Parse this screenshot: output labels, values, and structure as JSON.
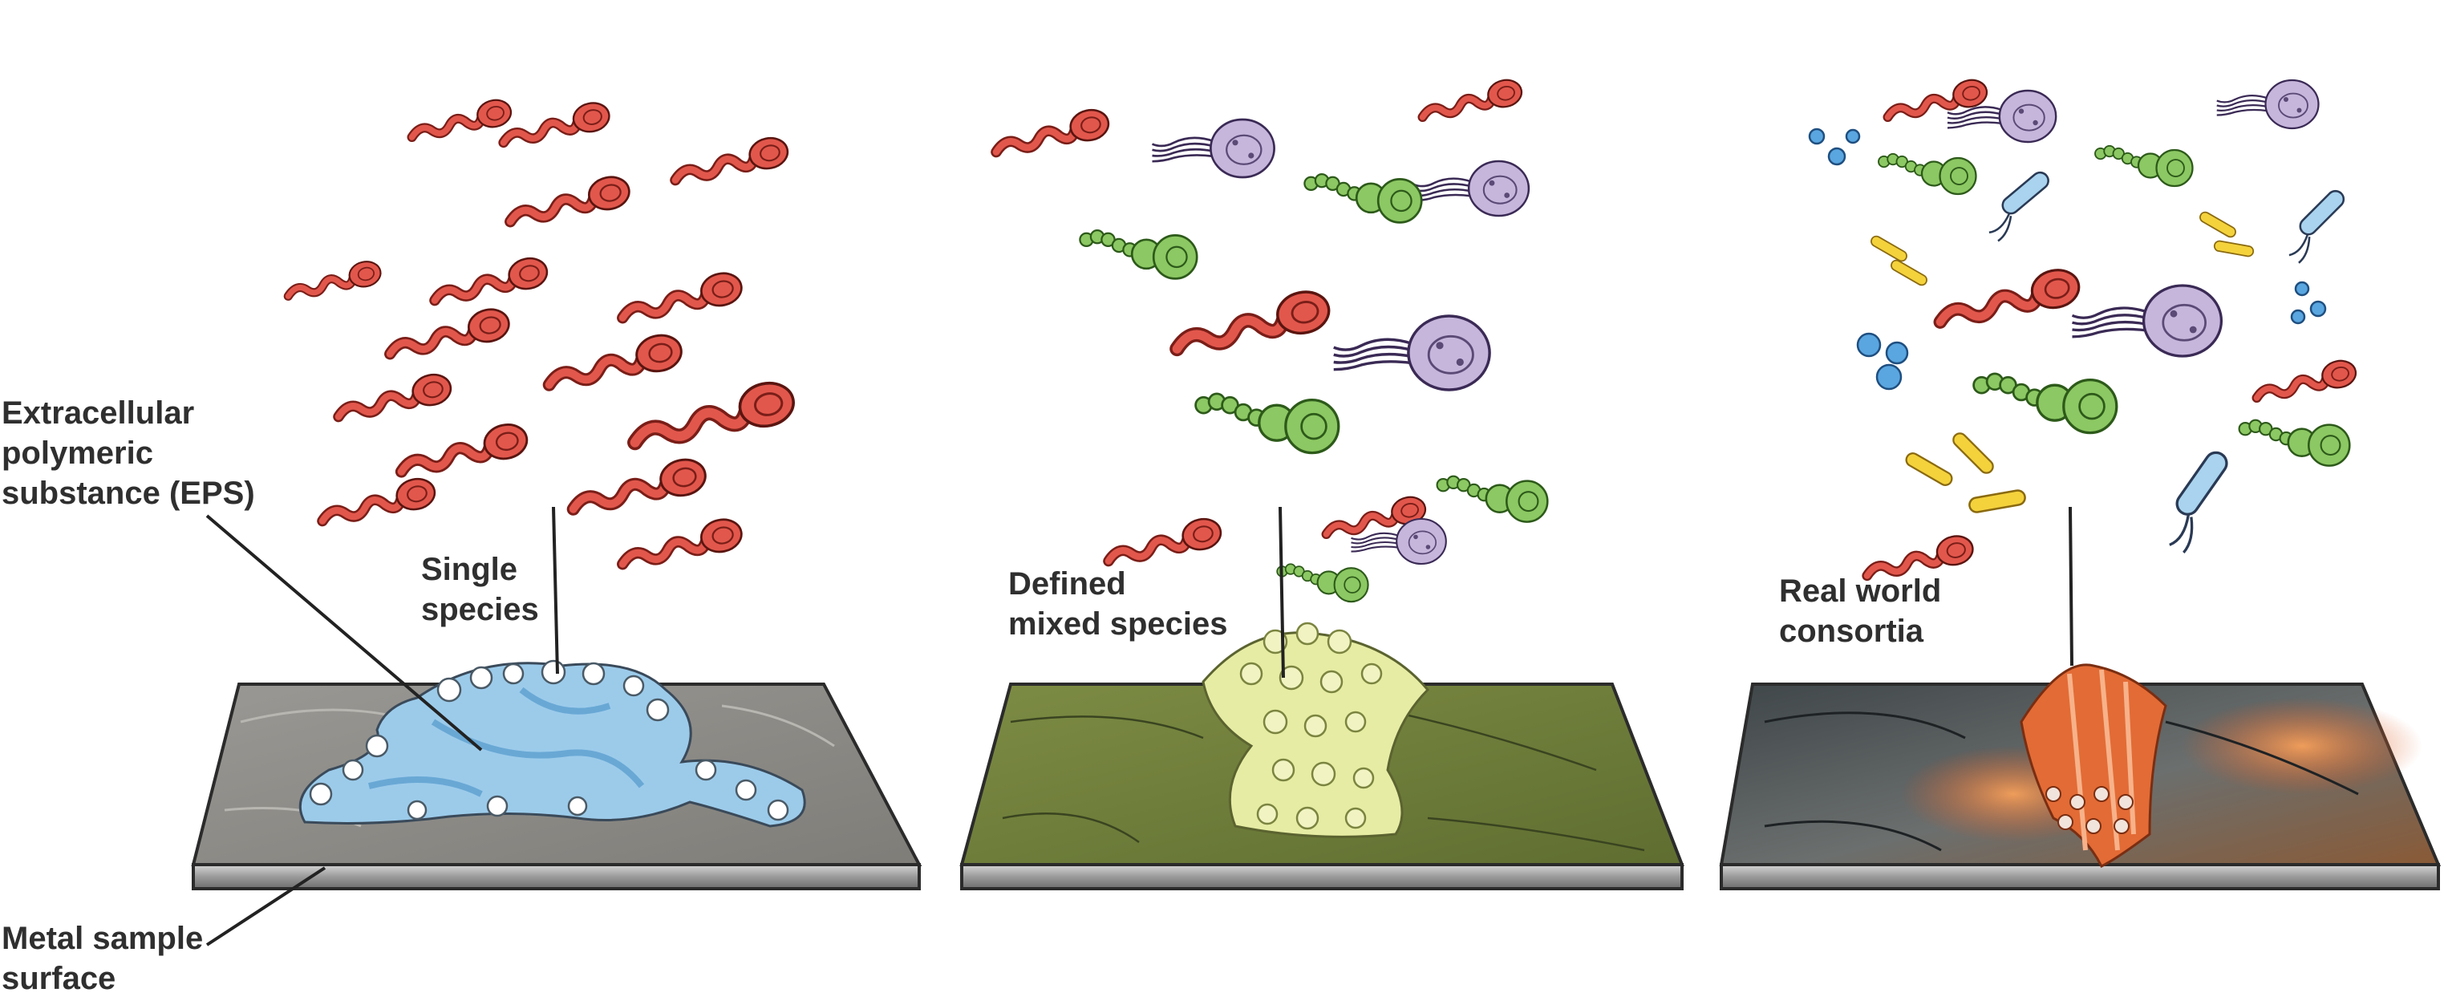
{
  "labels": {
    "eps": [
      "Extracellular",
      "polymeric",
      "substance (EPS)"
    ],
    "single": [
      "Single",
      "species"
    ],
    "defined": [
      "Defined",
      "mixed species"
    ],
    "real": [
      "Real world",
      "consortia"
    ],
    "metal": [
      "Metal sample",
      "surface"
    ]
  },
  "panels": [
    {
      "name": "single-species-panel",
      "surface_color": "#8d8b86",
      "biofilm_color": "#8fc3e6",
      "organisms": [
        "red-flagellate"
      ]
    },
    {
      "name": "defined-mixed-species-panel",
      "surface_color": "#6f7f3a",
      "biofilm_color": "#e3ea9a",
      "organisms": [
        "red-flagellate",
        "purple-flagellate",
        "green-chain"
      ]
    },
    {
      "name": "real-world-consortia-panel",
      "surface_color": "#4e5558",
      "biofilm_color": "#e5733a",
      "organisms": [
        "red-flagellate",
        "purple-flagellate",
        "green-chain",
        "blue-rod",
        "yellow-rod",
        "blue-coccus"
      ]
    }
  ],
  "colors": {
    "red": "#e2574c",
    "purple": "#c7b6dc",
    "green": "#8cc863",
    "blue": "#a9d3ee",
    "yellow": "#f4d23c",
    "metal_edge": "#a9a9a9",
    "text": "#2f2f2f"
  }
}
